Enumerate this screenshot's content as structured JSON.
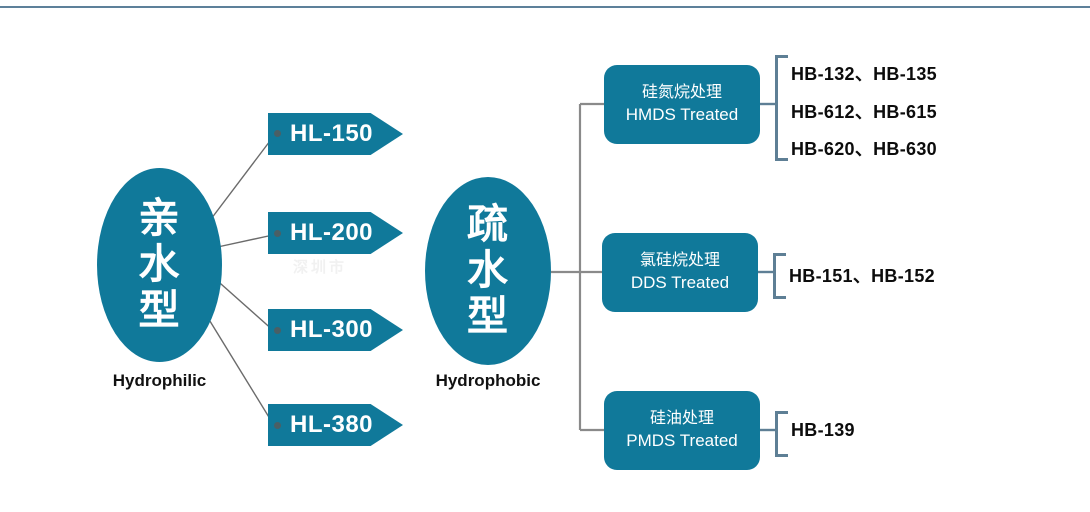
{
  "diagram": {
    "title_rule_color": "#5d809a",
    "accent_color": "#10799a",
    "connector_color": "#6b6b6b",
    "bracket_color": "#5e7f95",
    "watermark_text": "深圳市",
    "branches": [
      {
        "id": "hydrophilic",
        "node_cn": "亲\n水\n型",
        "node_cn_lines": [
          "亲",
          "水",
          "型"
        ],
        "caption": "Hydrophilic",
        "products": [
          {
            "label": "HL-150"
          },
          {
            "label": "HL-200"
          },
          {
            "label": "HL-300"
          },
          {
            "label": "HL-380"
          }
        ]
      },
      {
        "id": "hydrophobic",
        "node_cn_lines": [
          "疏",
          "水",
          "型"
        ],
        "caption": "Hydrophobic",
        "treatments": [
          {
            "cn": "硅氮烷处理",
            "en": "HMDS Treated",
            "codes": [
              "HB-132、HB-135",
              "HB-612、HB-615",
              "HB-620、HB-630"
            ]
          },
          {
            "cn": "氯硅烷处理",
            "en": "DDS Treated",
            "codes": [
              "HB-151、HB-152"
            ]
          },
          {
            "cn": "硅油处理",
            "en": "PMDS Treated",
            "codes": [
              "HB-139"
            ]
          }
        ]
      }
    ]
  }
}
